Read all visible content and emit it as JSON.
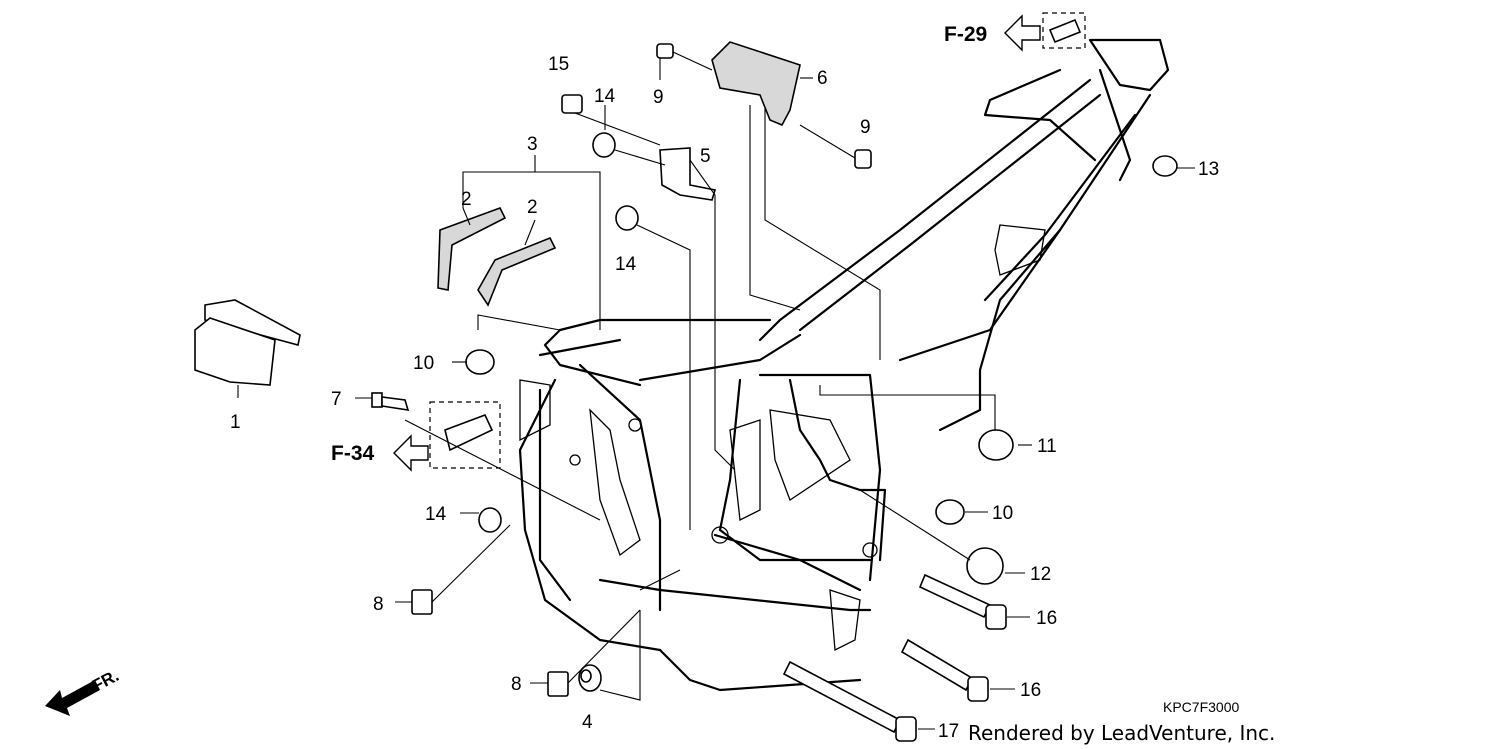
{
  "diagram": {
    "callouts": [
      "1",
      "2",
      "2",
      "3",
      "4",
      "5",
      "6",
      "7",
      "8",
      "8",
      "9",
      "9",
      "10",
      "10",
      "11",
      "12",
      "13",
      "14",
      "14",
      "14",
      "15",
      "16",
      "16",
      "17"
    ],
    "references": {
      "top": "F-29",
      "left": "F-34"
    },
    "front_label": "FR.",
    "diagram_code": "KPC7F3000",
    "credit": "Rendered by LeadVenture, Inc."
  }
}
